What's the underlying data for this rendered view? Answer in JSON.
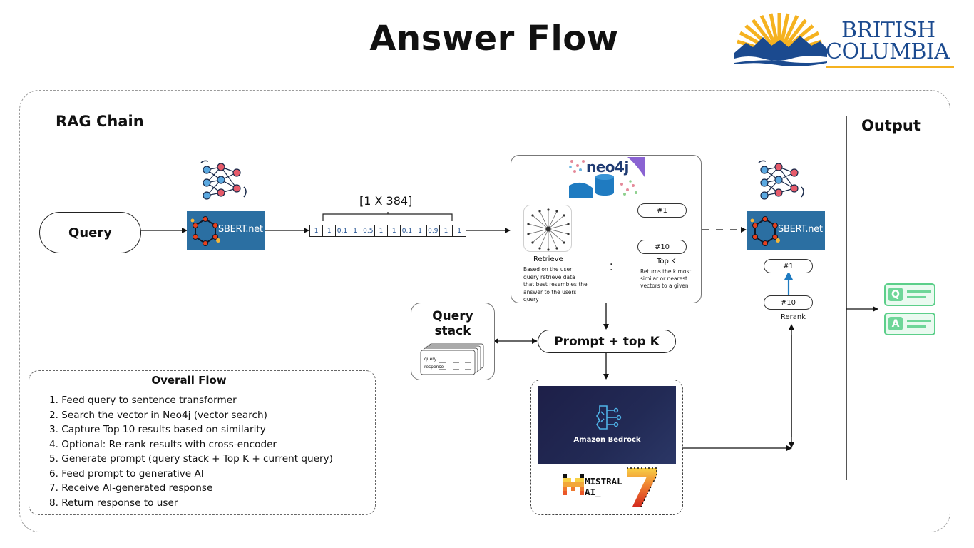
{
  "title": "Answer Flow",
  "logo": {
    "name": "British Columbia",
    "line1": "BRITISH",
    "line2": "COLUMBIA"
  },
  "section_label": "RAG Chain",
  "output_label": "Output",
  "query_label": "Query",
  "sbert_label": "SBERT.net",
  "vector": {
    "label": "[1 X 384]",
    "cells": [
      "1",
      "1",
      "0.1",
      "1",
      "0.5",
      "1",
      "1",
      "0.1",
      "1",
      "0.9",
      "1",
      "1"
    ]
  },
  "neo4j_label": "neo4j",
  "retrieve": {
    "label": "Retrieve",
    "desc": "Based on the user query retrieve data that best resembles the answer to the users query"
  },
  "topk": {
    "top": "#1",
    "bottom": "#10",
    "label": "Top K",
    "desc": "Returns the k most similar or nearest vectors to a given"
  },
  "rerank": {
    "top": "#1",
    "bottom": "#10",
    "label": "Rerank"
  },
  "query_stack": {
    "title_line1": "Query",
    "title_line2": "stack",
    "card_q": "query",
    "card_r": "response"
  },
  "prompt_label": "Prompt + top K",
  "bedrock_label": "Amazon Bedrock",
  "mistral": {
    "line1": "MISTRAL",
    "line2": "AI_",
    "num": "7"
  },
  "qa": {
    "q": "Q",
    "a": "A"
  },
  "overall_flow": {
    "title": "Overall Flow ",
    "steps": [
      "1. Feed query to sentence transformer",
      "2. Search the vector in Neo4j (vector search)",
      "3. Capture Top 10 results based on similarity",
      "4. Optional: Re-rank results with cross-encoder",
      "5. Generate prompt (query stack + Top K + current query)",
      "6. Feed prompt to generative AI",
      "7. Receive AI-generated response",
      "8. Return response to user"
    ]
  },
  "colors": {
    "accent_blue": "#1f7bc1",
    "sbert_bg": "#2b6fa2",
    "bc_blue": "#1b4a8f",
    "bc_gold": "#f5b220",
    "qa_green": "#5ccf8a",
    "neo_purple": "#8a63d2"
  }
}
